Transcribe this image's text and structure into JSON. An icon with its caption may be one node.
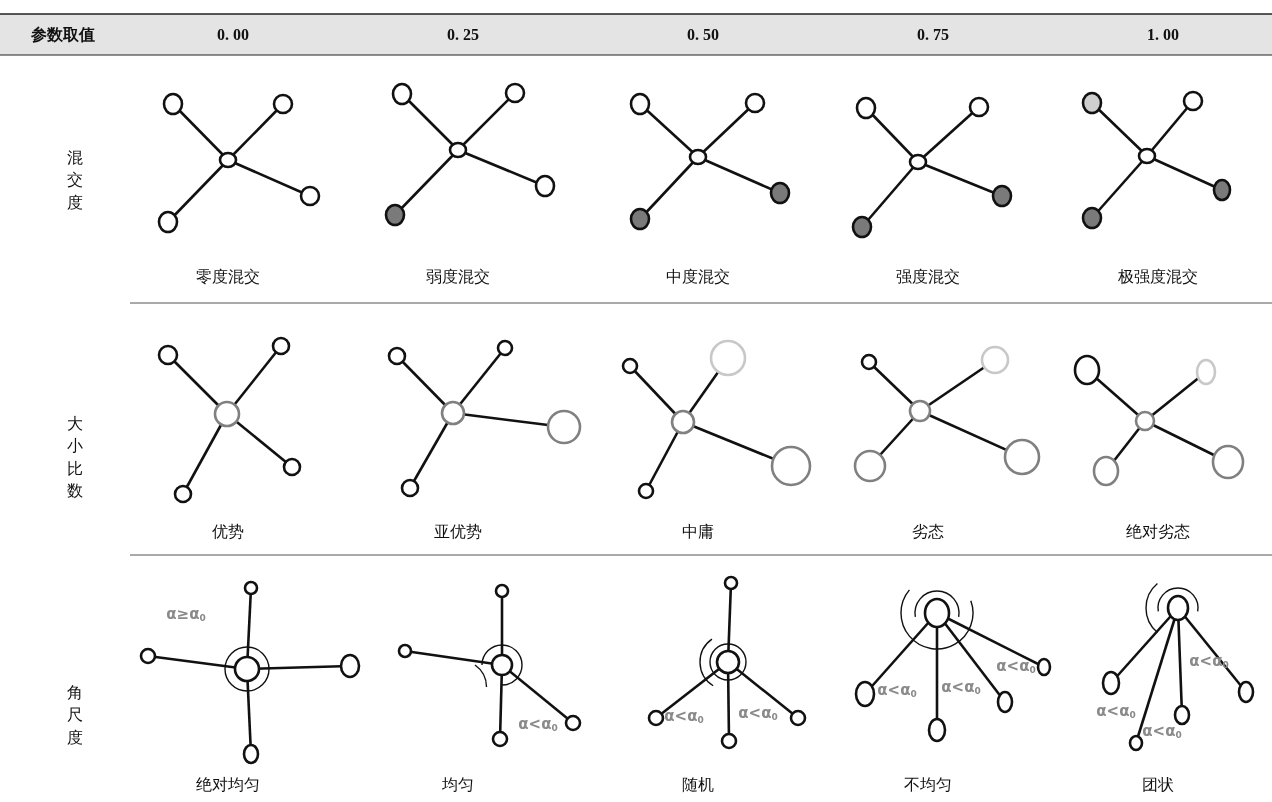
{
  "diagram": {
    "labels": [
      "参数取值",
      "0. 00",
      "0. 25",
      "0. 50",
      "0. 75",
      "1. 00",
      "混交度",
      "零度混交",
      "弱度混交",
      "中度混交",
      "强度混交",
      "极强度混交",
      "大小比数",
      "优势",
      "亚优势",
      "中庸",
      "劣态",
      "绝对劣态",
      "角尺度",
      "α≥α$_{0}$",
      "α<α$_{0}$",
      "α<α$_{0}$",
      "α<α$_{0}$",
      "α<α$_{0}$",
      "α<α$_{0}$",
      "α<α$_{0}$",
      "α<α$_{0}$",
      "α<α$_{0}$",
      "α<α$_{0}$",
      "绝对均匀",
      "均匀",
      "随机",
      "不均匀",
      "团状"
    ]
  }
}
